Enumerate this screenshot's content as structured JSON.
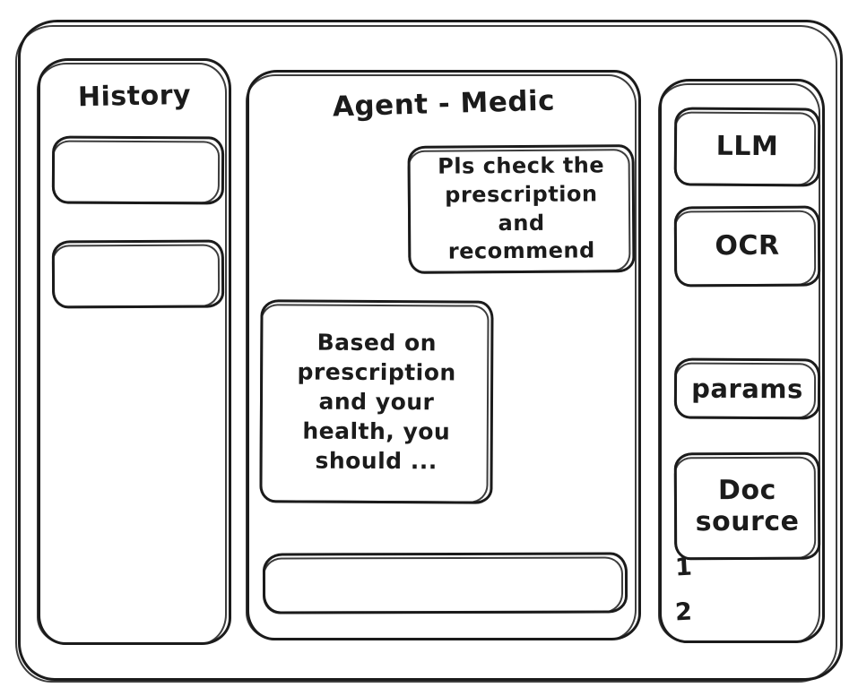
{
  "frame": {
    "name": "wireframe-window"
  },
  "history": {
    "title": "History",
    "items": [
      {
        "label": ""
      },
      {
        "label": ""
      }
    ]
  },
  "main": {
    "title": "Agent - Medic",
    "messages": [
      {
        "role": "user",
        "text": "Pls check the\nprescription\nand recommend"
      },
      {
        "role": "agent",
        "text": "Based on\nprescription\nand your\nhealth, you\nshould ..."
      }
    ],
    "composer": {
      "value": "",
      "placeholder": ""
    }
  },
  "tools": {
    "cards": [
      {
        "label": "LLM"
      },
      {
        "label": "OCR"
      },
      {
        "label": "params"
      },
      {
        "label": "Doc\nsource"
      }
    ],
    "doc_source_items": [
      {
        "label": "1"
      },
      {
        "label": "2"
      }
    ]
  },
  "colors": {
    "ink": "#1b1b1b",
    "paper": "#ffffff"
  }
}
